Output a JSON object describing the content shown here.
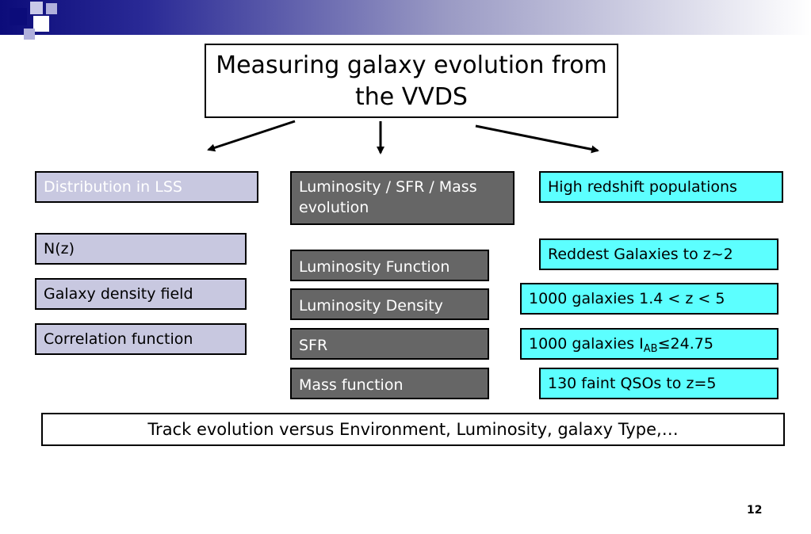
{
  "title": "Measuring galaxy evolution from the VVDS",
  "columns": {
    "left": {
      "header": "Distribution in LSS",
      "items": [
        "N(z)",
        "Galaxy density field",
        "Correlation function"
      ]
    },
    "middle": {
      "header": "Luminosity / SFR / Mass evolution",
      "items": [
        "Luminosity Function",
        "Luminosity Density",
        "SFR",
        "Mass function"
      ]
    },
    "right": {
      "header": "High redshift populations",
      "items": [
        "Reddest Galaxies to z~2",
        "1000 galaxies 1.4 < z < 5"
      ],
      "item3": {
        "prefix": "1000 galaxies I",
        "subscript": "AB",
        "suffix": "≤24.75"
      },
      "item4": "130 faint QSOs to z=5"
    }
  },
  "bottom": "Track evolution versus Environment, Luminosity, galaxy Type,…",
  "page_number": "12",
  "colors": {
    "left_fill": "#c8c8e0",
    "middle_fill": "#666666",
    "right_fill": "#5cffff",
    "header_band": "#0c0c7a"
  }
}
